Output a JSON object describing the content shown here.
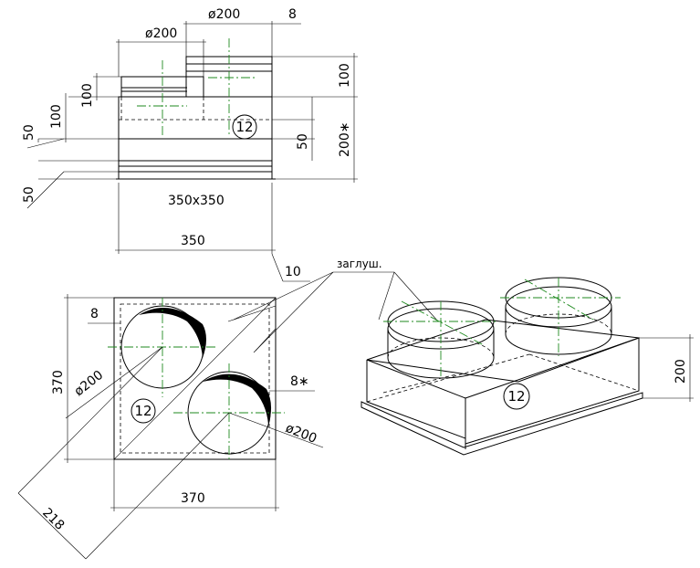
{
  "front_view": {
    "dim_outlet_left_diameter": "ø200",
    "dim_outlet_right_diameter": "ø200",
    "dim_wall_offset": "8",
    "dim_height_right_100": "100",
    "dim_height_left_100_upper": "100",
    "dim_height_left_100_lower": "100",
    "dim_height_200": "200∗",
    "dim_height_50_right": "50",
    "dim_height_50_left_upper": "50",
    "dim_height_50_left_lower": "50",
    "dim_section": "350x350",
    "dim_width_350": "350",
    "dim_offset_10": "10",
    "part_mark": "12"
  },
  "plan_view": {
    "dim_height_370": "370",
    "dim_width_370": "370",
    "dim_edge_8": "8",
    "dim_edge_8_star": "8∗",
    "dim_diameter_left": "ø200",
    "dim_diameter_right": "ø200",
    "dim_diagonal_218": "218",
    "part_mark": "12"
  },
  "iso_view": {
    "label_caps": "заглуш.",
    "dim_height_200": "200",
    "part_mark": "12"
  }
}
